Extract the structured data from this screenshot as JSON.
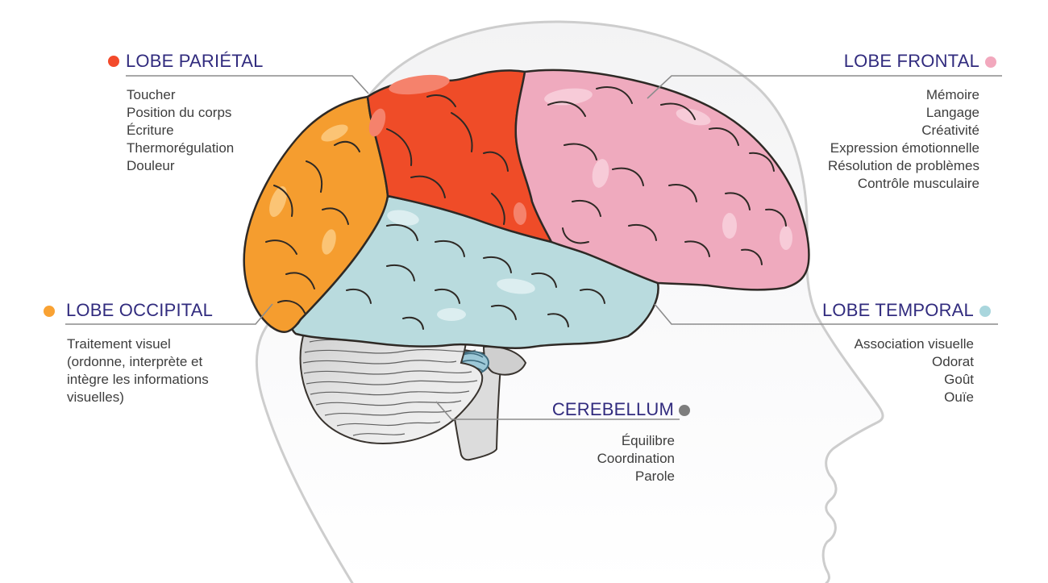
{
  "labels": {
    "parietal": {
      "title": "LOBE PARIÉTAL",
      "bullet_color": "#F34A2B",
      "items": [
        "Toucher",
        "Position du corps",
        "Écriture",
        "Thermorégulation",
        "Douleur"
      ]
    },
    "frontal": {
      "title": "LOBE FRONTAL",
      "bullet_color": "#F2A8BD",
      "items": [
        "Mémoire",
        "Langage",
        "Créativité",
        "Expression émotionnelle",
        "Résolution de problèmes",
        "Contrôle musculaire"
      ]
    },
    "occipital": {
      "title": "LOBE OCCIPITAL",
      "bullet_color": "#F9A233",
      "items": [
        "Traitement visuel",
        "(ordonne, interprète et",
        "intègre les informations",
        "visuelles)"
      ]
    },
    "temporal": {
      "title": "LOBE TEMPORAL",
      "bullet_color": "#A9D6DD",
      "items": [
        "Association visuelle",
        "Odorat",
        "Goût",
        "Ouïe"
      ]
    },
    "cerebellum": {
      "title": "CEREBELLUM",
      "bullet_color": "#7E7E7E",
      "items": [
        "Équilibre",
        "Coordination",
        "Parole"
      ]
    }
  },
  "colors": {
    "title_text": "#312B7E",
    "body_text": "#3D3D3D",
    "leader_line": "#8C8C8C",
    "silhouette_stroke": "#CDCDCD",
    "outline": "#2E2925",
    "lobe_frontal": "#EFAABE",
    "lobe_parietal": "#EF4C28",
    "lobe_occipital": "#F59D2F",
    "lobe_temporal": "#B9DBDE",
    "highlight_frontal": "#F7CBD8",
    "highlight_parietal": "#F5826C",
    "highlight_occipital": "#FBC475",
    "highlight_temporal": "#DCEEF0",
    "cerebellum_fill": "#E9E9E9",
    "brainstem_fill": "#DCDCDC",
    "pons_fill": "#9DC8D7",
    "pons_stroke": "#3E6B7E"
  }
}
